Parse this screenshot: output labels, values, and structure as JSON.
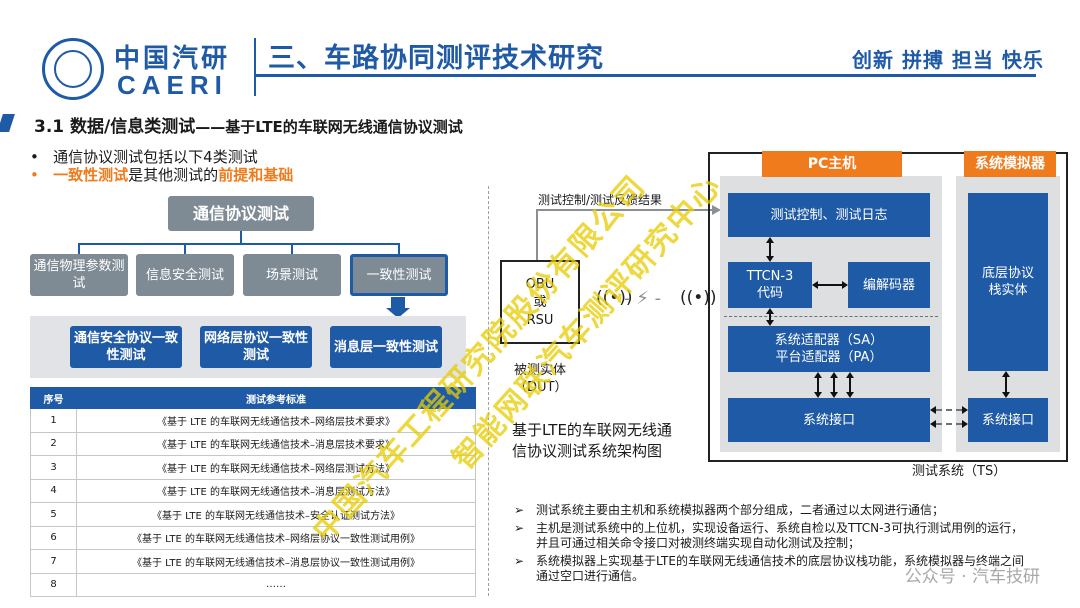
{
  "header": {
    "logo_cn": "中国汽研",
    "logo_en": "CAERI",
    "title": "三、车路协同测评技术研究",
    "slogan": "创新 拼搏 担当 快乐"
  },
  "section": {
    "heading": "3.1 数据/信息类测试",
    "subheading": "——基于LTE的车联网无线通信协议测试"
  },
  "bullets": {
    "b1": "通信协议测试包括以下4类测试",
    "b2_highlight": "一致性测试",
    "b2_mid": "是其他测试的",
    "b2_end": "前提和基础"
  },
  "tree": {
    "root": "通信协议测试",
    "children": [
      "通信物理参数测试",
      "信息安全测试",
      "场景测试",
      "一致性测试"
    ],
    "subs": [
      "通信安全协议一致性测试",
      "网络层协议一致性测试",
      "消息层一致性测试"
    ]
  },
  "table": {
    "headers": [
      "序号",
      "测试参考标准"
    ],
    "rows": [
      [
        "1",
        "《基于 LTE 的车联网无线通信技术–网络层技术要求》"
      ],
      [
        "2",
        "《基于 LTE 的车联网无线通信技术–消息层技术要求》"
      ],
      [
        "3",
        "《基于 LTE 的车联网无线通信技术–网络层测试方法》"
      ],
      [
        "4",
        "《基于 LTE 的车联网无线通信技术–消息层测试方法》"
      ],
      [
        "5",
        "《基于 LTE 的车联网无线通信技术–安全认证测试方法》"
      ],
      [
        "6",
        "《基于 LTE 的车联网无线通信技术–网络层协议一致性测试用例》"
      ],
      [
        "7",
        "《基于 LTE 的车联网无线通信技术–消息层协议一致性测试用例》"
      ],
      [
        "8",
        "……"
      ]
    ]
  },
  "arch": {
    "ctl_label": "测试控制/测试反馈结果",
    "obu": "OBU",
    "or": "或",
    "rsu": "RSU",
    "dut_1": "被测实体",
    "dut_2": "（DUT）",
    "caption_1": "基于LTE的车联网无线通",
    "caption_2": "信协议测试系统架构图",
    "pc_header": "PC主机",
    "sim_header": "系统模拟器",
    "blk_ctl": "测试控制、测试日志",
    "blk_ttcn_1": "TTCN-3",
    "blk_ttcn_2": "代码",
    "blk_codec": "编解码器",
    "blk_sa": "系统适配器（SA）",
    "blk_pa": "平台适配器（PA）",
    "blk_sysif": "系统接口",
    "blk_stack_1": "底层协议",
    "blk_stack_2": "栈实体",
    "blk_sim_if": "系统接口",
    "ts_label": "测试系统（TS）"
  },
  "notes": {
    "marker": "➢",
    "n1": "测试系统主要由主机和系统模拟器两个部分组成，二者通过以太网进行通信；",
    "n2": "主机是测试系统中的上位机，实现设备运行、系统自检以及TTCN-3可执行测试用例的运行，并且可通过相关命令接口对被测终端实现自动化测试及控制；",
    "n3": "系统模拟器上实现基于LTE的车联网无线通信技术的底层协议栈功能，系统模拟器与终端之间通过空口进行通信。"
  },
  "watermark": {
    "line1": "中国汽车工程研究院股份有限公司",
    "line2": "智能网联汽车测评研究中心",
    "source": "公众号 · 汽车技研"
  },
  "colors": {
    "brand_blue": "#1f5aa6",
    "accent_orange": "#f07b1d",
    "tree_gray": "#7f8b94",
    "panel_gray": "#dedfe1"
  }
}
